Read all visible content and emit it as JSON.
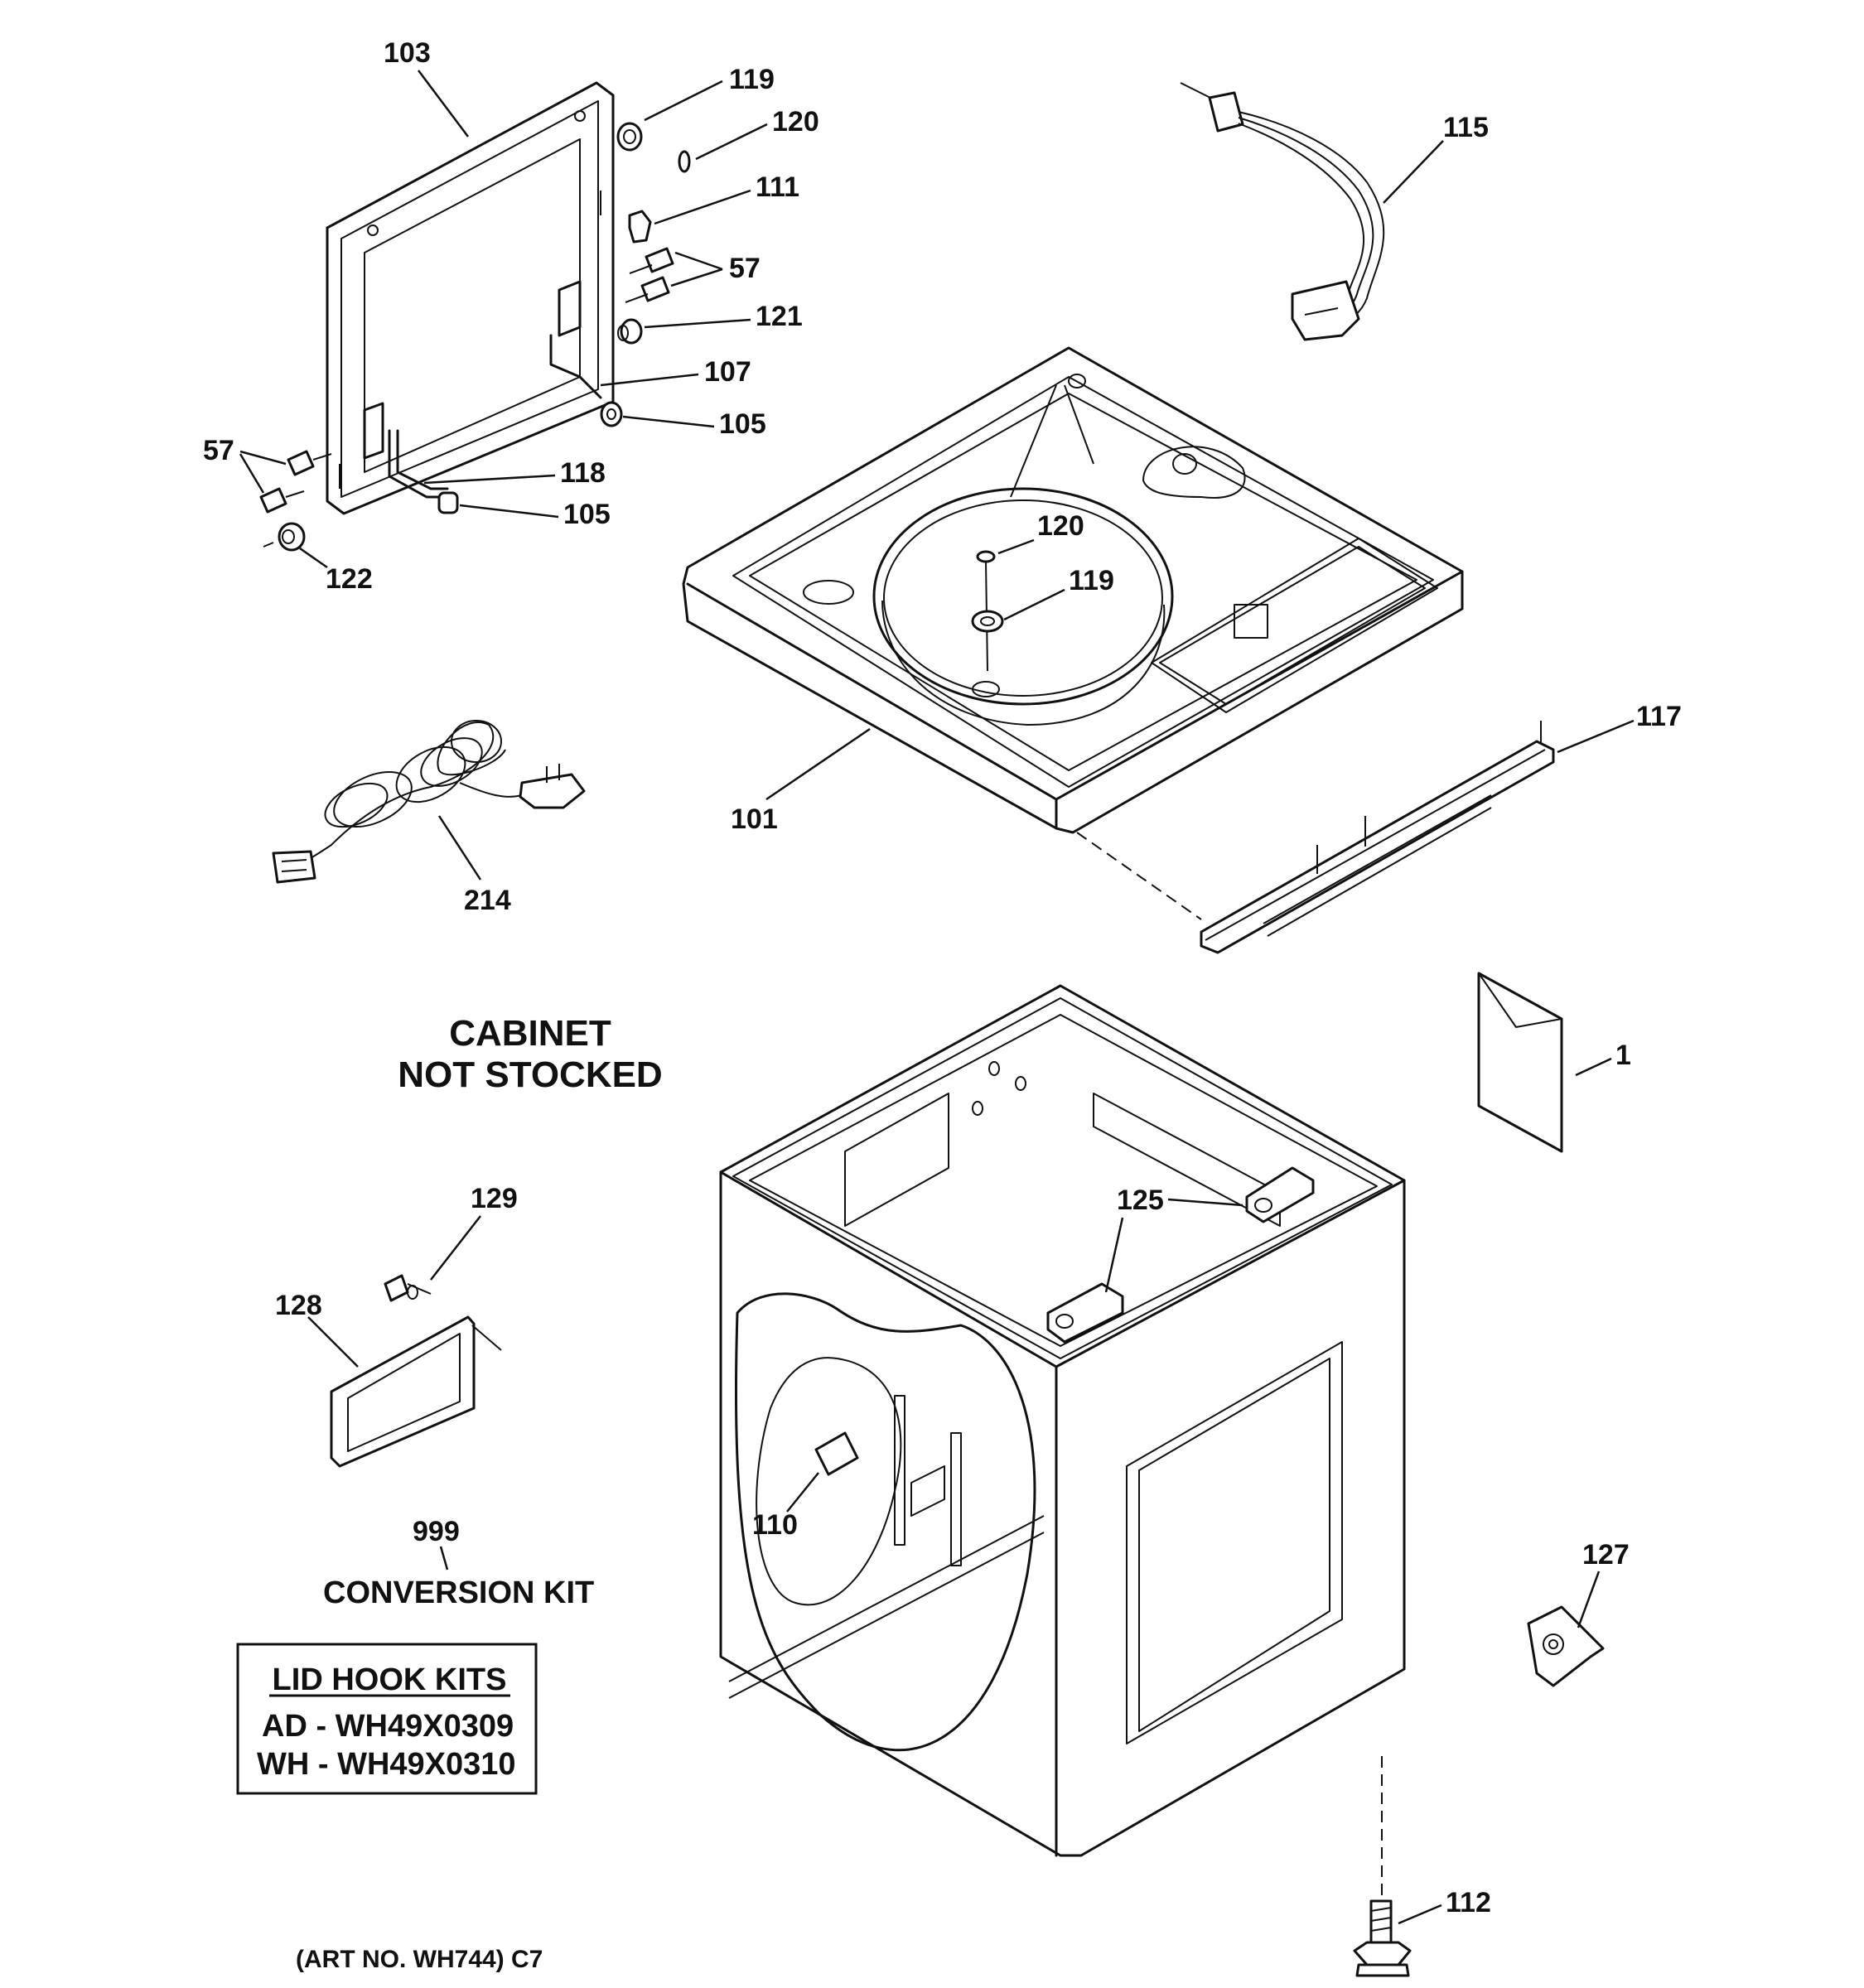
{
  "callouts": {
    "c103": "103",
    "c119a": "119",
    "c120a": "120",
    "c111": "111",
    "c57a": "57",
    "c121": "121",
    "c107": "107",
    "c105a": "105",
    "c57b": "57",
    "c118": "118",
    "c105b": "105",
    "c122": "122",
    "c115": "115",
    "c120b": "120",
    "c119b": "119",
    "c117": "117",
    "c101": "101",
    "c214": "214",
    "c1": "1",
    "c129": "129",
    "c128": "128",
    "c125": "125",
    "c110": "110",
    "c999": "999",
    "c127": "127",
    "c112": "112"
  },
  "notes": {
    "cabinet_line1": "CABINET",
    "cabinet_line2": "NOT STOCKED",
    "conversion_kit": "CONVERSION KIT",
    "art_no": "(ART NO. WH744) C7"
  },
  "lid_hook_kits": {
    "title": "LID HOOK KITS",
    "row1": "AD - WH49X0309",
    "row2": "WH - WH49X0310"
  }
}
